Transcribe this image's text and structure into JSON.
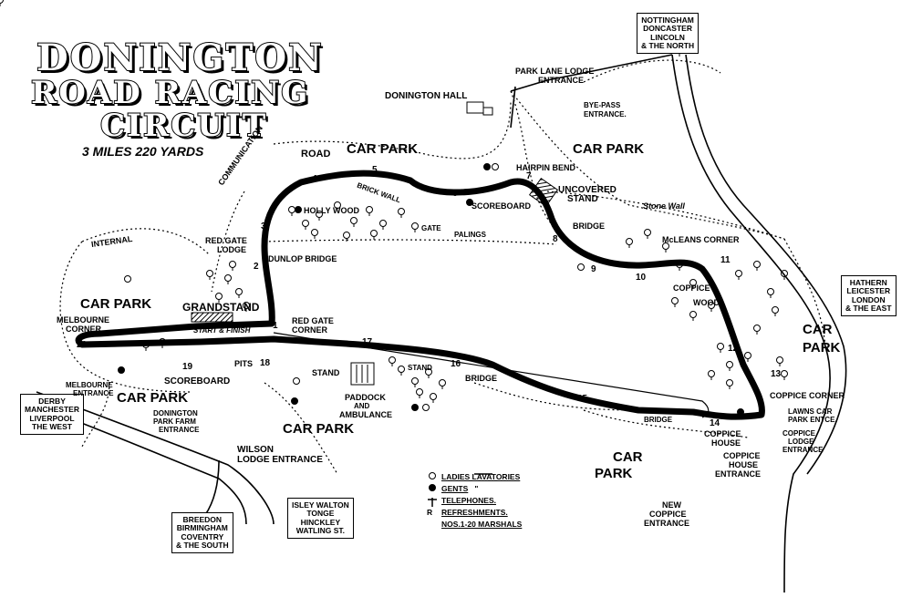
{
  "title": {
    "line1": "DONINGTON",
    "line2": "ROAD RACING",
    "line3": "CIRCUIT"
  },
  "subtitle": "3 MILES 220 YARDS",
  "signposts": {
    "north": "NOTTINGHAM\nDONCASTER\nLINCOLN\n& THE NORTH",
    "east": "HATHERN\nLEICESTER\nLONDON\n& THE EAST",
    "west": "DERBY\nMANCHESTER\nLIVERPOOL\nTHE WEST",
    "south": "BREEDON\nBIRMINGHAM\nCOVENTRY\n& THE SOUTH",
    "isley": "ISLEY WALTON\nTONGE\nHINCKLEY\nWATLING ST."
  },
  "labels": {
    "park_lane": "PARK LANE LODGE",
    "park_lane_entrance": "ENTRANCE",
    "donington_hall": "DONINGTON HALL",
    "bye_pass": "BYE-PASS",
    "bye_pass_entrance": "ENTRANCE.",
    "car_park_top": "CAR PARK",
    "road": "ROAD",
    "car_park_top_right": "CAR PARK",
    "hairpin": "HAIRPIN BEND",
    "uncovered": "UNCOVERED",
    "stand": "STAND",
    "scoreboard_top": "SCOREBOARD",
    "holly_wood": "HOLLY WOOD",
    "brick_wall": "BRICK WALL",
    "gate": "GATE",
    "palings": "PALINGS",
    "stone_wall": "Stone Wall",
    "bridge8": "BRIDGE",
    "mcleans": "McLEANS CORNER",
    "coppice_wood1": "COPPICE",
    "coppice_wood2": "WOOD",
    "communication": "COMMUNICATION",
    "internal": "INTERNAL",
    "red_gate_lodge1": "RED GATE",
    "red_gate_lodge2": "LODGE",
    "dunlop": "DUNLOP BRIDGE",
    "car_park_left": "CAR PARK",
    "grandstand": "GRANDSTAND",
    "melbourne_corner1": "MELBOURNE",
    "melbourne_corner2": "CORNER",
    "start_finish": "START & FINISH",
    "red_gate_corner1": "RED GATE",
    "red_gate_corner2": "CORNER",
    "pits": "PITS",
    "scoreboard_bottom": "SCOREBOARD",
    "stand_mid": "STAND",
    "stand_r": "STAND",
    "paddock": "PADDOCK",
    "and": "AND",
    "ambulance": "AMBULANCE",
    "bridge16": "BRIDGE",
    "car_park_mid_left": "CAR PARK",
    "car_park_mid": "CAR PARK",
    "melbourne_entrance1": "MELBOURNE",
    "melbourne_entrance2": "ENTRANCE",
    "donington_farm1": "DONINGTON",
    "donington_farm2": "PARK FARM",
    "donington_farm3": "ENTRANCE",
    "wilson1": "WILSON",
    "wilson2": "LODGE ENTRANCE",
    "car_park_bottom1": "CAR",
    "car_park_bottom2": "PARK",
    "bridge14": "BRIDGE",
    "coppice_house1": "COPPICE",
    "coppice_house2": "HOUSE",
    "coppice_house_ent1": "COPPICE",
    "coppice_house_ent2": "HOUSE",
    "coppice_house_ent3": "ENTRANCE",
    "coppice_corner": "COPPICE CORNER",
    "lawns1": "LAWNS CAR",
    "lawns2": "PARK ENTCE.",
    "coppice_lodge1": "COPPICE",
    "coppice_lodge2": "LODGE",
    "coppice_lodge3": "ENTRANCE",
    "new_coppice1": "NEW",
    "new_coppice2": "COPPICE",
    "new_coppice3": "ENTRANCE",
    "car_park_right1": "CAR",
    "car_park_right2": "PARK"
  },
  "marshal_posts": [
    "1",
    "2",
    "3",
    "4",
    "5",
    "6",
    "7",
    "8",
    "9",
    "10",
    "11",
    "12",
    "13",
    "14",
    "15",
    "16",
    "17",
    "18",
    "19",
    "20"
  ],
  "legend": {
    "ladies": "LADIES LAVATORIES",
    "gents": "GENTS",
    "gents_ditto": "\"",
    "telephones": "TELEPHONES.",
    "refreshments": "REFRESHMENTS.",
    "marshals": "NOS.1-20 MARSHALS",
    "r_symbol": "R"
  },
  "colors": {
    "ink": "#000000",
    "paper": "#ffffff"
  }
}
